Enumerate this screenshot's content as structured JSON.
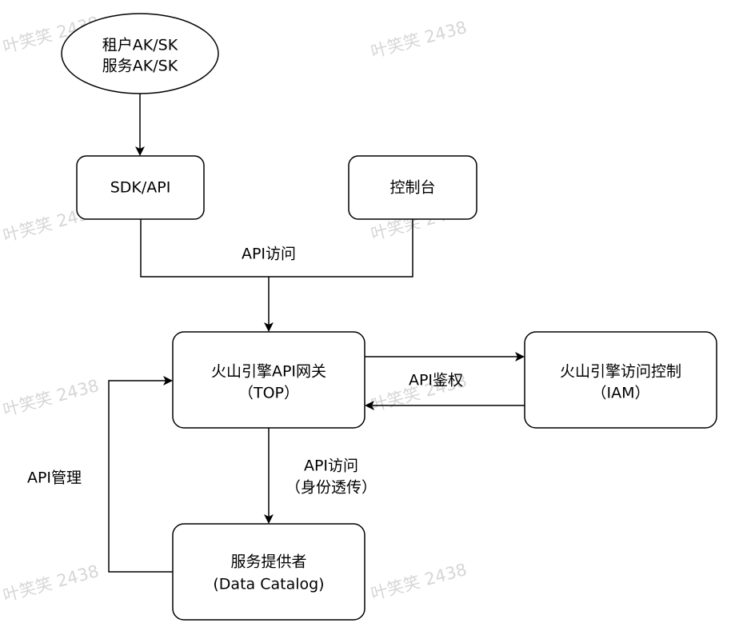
{
  "nodes": {
    "tenant_credentials": {
      "line1": "租户AK/SK",
      "line2": "服务AK/SK"
    },
    "sdk_api": {
      "label": "SDK/API"
    },
    "console": {
      "label": "控制台"
    },
    "gateway": {
      "line1": "火山引擎API网关",
      "line2": "（TOP）"
    },
    "iam": {
      "line1": "火山引擎访问控制",
      "line2": "（IAM）"
    },
    "provider": {
      "line1": "服务提供者",
      "line2": "(Data Catalog)"
    }
  },
  "edges": {
    "api_access_top": "API访问",
    "api_auth": "API鉴权",
    "api_access_bottom_line1": "API访问",
    "api_access_bottom_line2": "（身份透传）",
    "api_management": "API管理"
  },
  "watermark": {
    "text": "叶笑笑 2438"
  },
  "colors": {
    "stroke": "#000000",
    "watermark": "#d6d6d6"
  }
}
